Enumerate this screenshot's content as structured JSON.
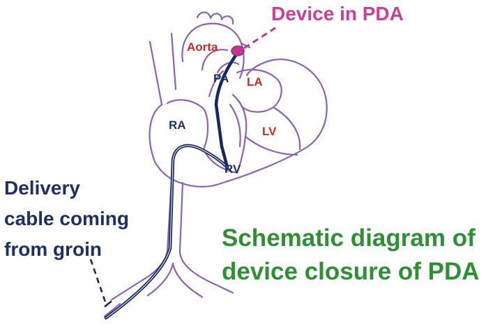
{
  "labels": {
    "aorta": "Aorta",
    "pa": "PA",
    "la": "LA",
    "lv": "LV",
    "ra": "RA",
    "rv": "RV",
    "device": "Device in PDA",
    "delivery_lines": [
      "Delivery",
      "cable coming",
      "from groin"
    ],
    "caption_lines": [
      "Schematic diagram of",
      "device closure of PDA"
    ]
  },
  "colors": {
    "outline": "#8b62b5",
    "cable": "#17285e",
    "device": "#c0388f",
    "chamber_text_red": "#d42626",
    "chamber_text_navy": "#1d2f66",
    "caption": "#2f8f34"
  }
}
